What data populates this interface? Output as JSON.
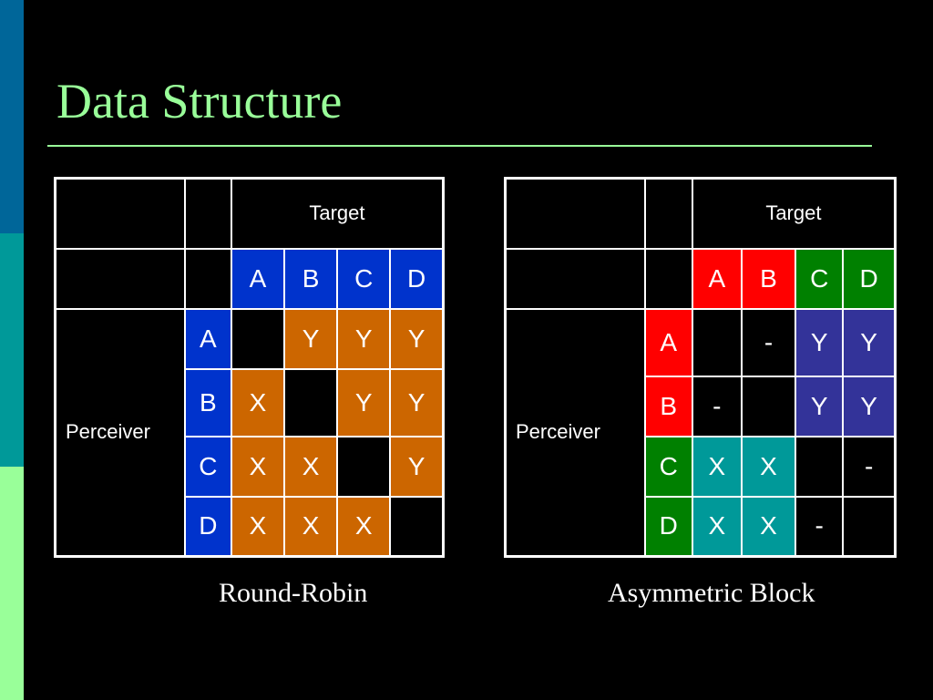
{
  "title": "Data Structure",
  "colors": {
    "title": "#99ff99",
    "side_bars": [
      "#006699",
      "#009999",
      "#99ff99"
    ],
    "blue": "#0033cc",
    "orange": "#cc6600",
    "red": "#ff0000",
    "green": "#008000",
    "purple": "#333399",
    "teal": "#009999",
    "black": "#000000"
  },
  "round_robin": {
    "target_label": "Target",
    "perceiver_label": "Perceiver",
    "col_headers": [
      {
        "text": "A",
        "color": "blue"
      },
      {
        "text": "B",
        "color": "blue"
      },
      {
        "text": "C",
        "color": "blue"
      },
      {
        "text": "D",
        "color": "blue"
      }
    ],
    "rows": [
      {
        "label": {
          "text": "A",
          "color": "blue"
        },
        "cells": [
          {
            "text": "",
            "color": "black"
          },
          {
            "text": "Y",
            "color": "orange"
          },
          {
            "text": "Y",
            "color": "orange"
          },
          {
            "text": "Y",
            "color": "orange"
          }
        ]
      },
      {
        "label": {
          "text": "B",
          "color": "blue"
        },
        "cells": [
          {
            "text": "X",
            "color": "orange"
          },
          {
            "text": "",
            "color": "black"
          },
          {
            "text": "Y",
            "color": "orange"
          },
          {
            "text": "Y",
            "color": "orange"
          }
        ]
      },
      {
        "label": {
          "text": "C",
          "color": "blue"
        },
        "cells": [
          {
            "text": "X",
            "color": "orange"
          },
          {
            "text": "X",
            "color": "orange"
          },
          {
            "text": "",
            "color": "black"
          },
          {
            "text": "Y",
            "color": "orange"
          }
        ]
      },
      {
        "label": {
          "text": "D",
          "color": "blue"
        },
        "cells": [
          {
            "text": "X",
            "color": "orange"
          },
          {
            "text": "X",
            "color": "orange"
          },
          {
            "text": "X",
            "color": "orange"
          },
          {
            "text": "",
            "color": "black"
          }
        ]
      }
    ],
    "caption": "Round-Robin"
  },
  "asymmetric_block": {
    "target_label": "Target",
    "perceiver_label": "Perceiver",
    "col_headers": [
      {
        "text": "A",
        "color": "red"
      },
      {
        "text": "B",
        "color": "red"
      },
      {
        "text": "C",
        "color": "green"
      },
      {
        "text": "D",
        "color": "green"
      }
    ],
    "rows": [
      {
        "label": {
          "text": "A",
          "color": "red"
        },
        "cells": [
          {
            "text": "",
            "color": "black"
          },
          {
            "text": "-",
            "color": "black"
          },
          {
            "text": "Y",
            "color": "purple"
          },
          {
            "text": "Y",
            "color": "purple"
          }
        ]
      },
      {
        "label": {
          "text": "B",
          "color": "red"
        },
        "cells": [
          {
            "text": "-",
            "color": "black"
          },
          {
            "text": "",
            "color": "black"
          },
          {
            "text": "Y",
            "color": "purple"
          },
          {
            "text": "Y",
            "color": "purple"
          }
        ]
      },
      {
        "label": {
          "text": "C",
          "color": "green"
        },
        "cells": [
          {
            "text": "X",
            "color": "teal"
          },
          {
            "text": "X",
            "color": "teal"
          },
          {
            "text": "",
            "color": "black"
          },
          {
            "text": "-",
            "color": "black"
          }
        ]
      },
      {
        "label": {
          "text": "D",
          "color": "green"
        },
        "cells": [
          {
            "text": "X",
            "color": "teal"
          },
          {
            "text": "X",
            "color": "teal"
          },
          {
            "text": "-",
            "color": "black"
          },
          {
            "text": "",
            "color": "black"
          }
        ]
      }
    ],
    "caption": "Asymmetric Block"
  }
}
